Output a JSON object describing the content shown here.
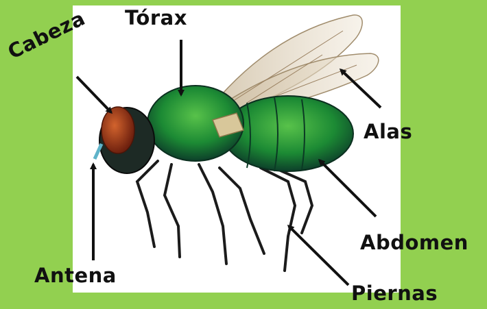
{
  "labels": {
    "torax": "Tórax",
    "cabeza": "Cabeza",
    "alas": "Alas",
    "abdomen": "Abdomen",
    "antena": "Antena",
    "piernas": "Piernas"
  },
  "colors": {
    "background": "#92d050",
    "panel": "#ffffff",
    "arrow": "#111111"
  }
}
